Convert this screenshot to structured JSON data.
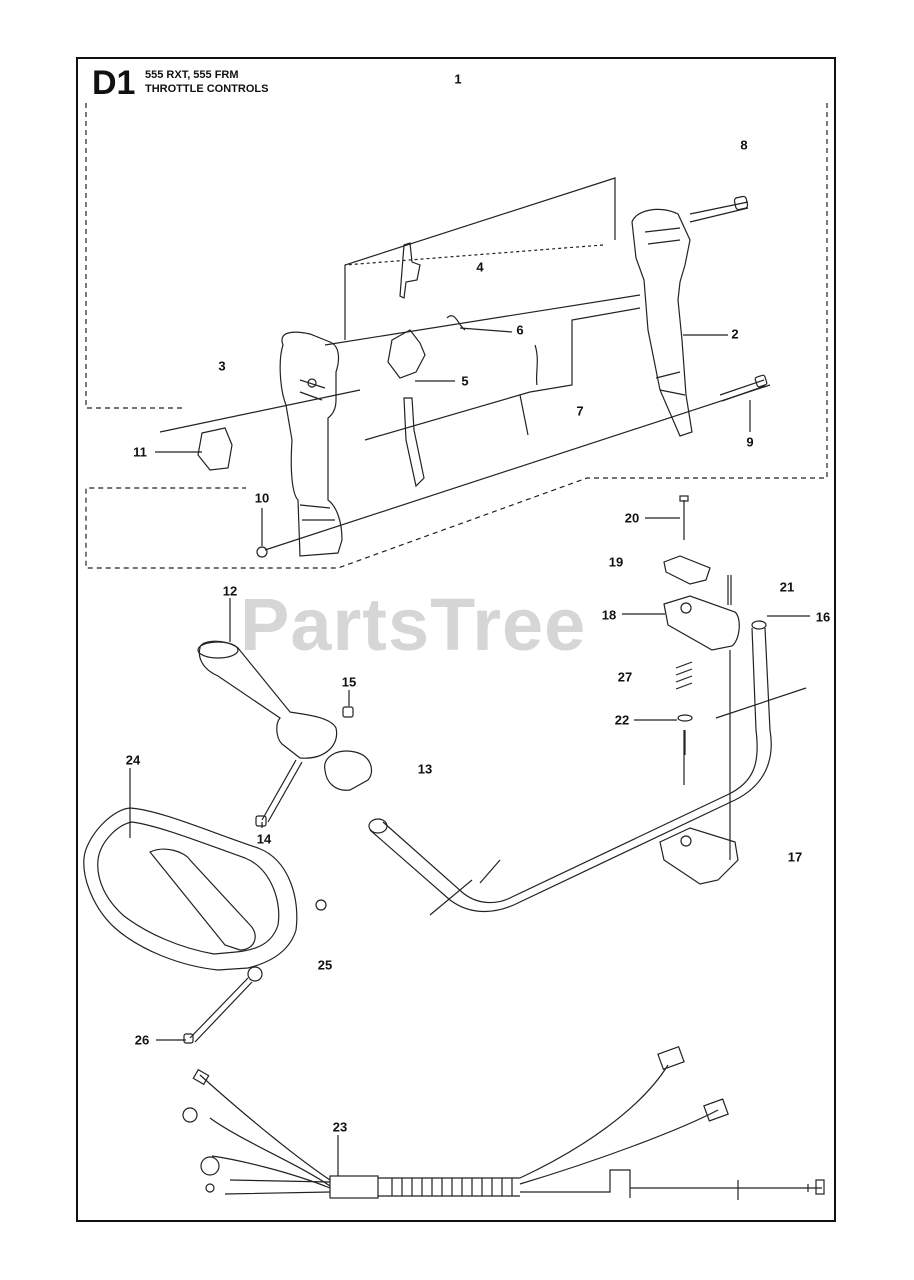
{
  "section": {
    "id": "D1",
    "models": "555 RXT, 555 FRM",
    "title": "THROTTLE CONTROLS"
  },
  "watermark": "PartsTree",
  "callouts": [
    {
      "key": "c1",
      "text": "1"
    },
    {
      "key": "c2",
      "text": "2"
    },
    {
      "key": "c3",
      "text": "3"
    },
    {
      "key": "c4",
      "text": "4"
    },
    {
      "key": "c5",
      "text": "5"
    },
    {
      "key": "c6",
      "text": "6"
    },
    {
      "key": "c7",
      "text": "7"
    },
    {
      "key": "c8",
      "text": "8"
    },
    {
      "key": "c9",
      "text": "9"
    },
    {
      "key": "c10",
      "text": "10"
    },
    {
      "key": "c11",
      "text": "11"
    },
    {
      "key": "c12",
      "text": "12"
    },
    {
      "key": "c13",
      "text": "13"
    },
    {
      "key": "c14",
      "text": "14"
    },
    {
      "key": "c15",
      "text": "15"
    },
    {
      "key": "c16",
      "text": "16"
    },
    {
      "key": "c17",
      "text": "17"
    },
    {
      "key": "c18",
      "text": "18"
    },
    {
      "key": "c19",
      "text": "19"
    },
    {
      "key": "c20",
      "text": "20"
    },
    {
      "key": "c21",
      "text": "21"
    },
    {
      "key": "c22",
      "text": "22"
    },
    {
      "key": "c23",
      "text": "23"
    },
    {
      "key": "c24",
      "text": "24"
    },
    {
      "key": "c25",
      "text": "25"
    },
    {
      "key": "c26",
      "text": "26"
    },
    {
      "key": "c27",
      "text": "27"
    }
  ]
}
